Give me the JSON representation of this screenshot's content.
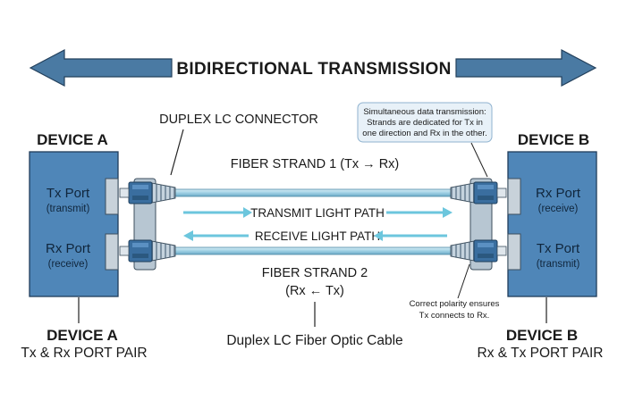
{
  "title": "BIDIRECTIONAL TRANSMISSION",
  "connector_label": "DUPLEX LC CONNECTOR",
  "note_top": {
    "line1": "Simultaneous data transmission:",
    "line2": "Strands are dedicated for Tx in",
    "line3": "one direction and Rx in the other."
  },
  "device_a": {
    "name": "DEVICE A",
    "port1": {
      "name": "Tx Port",
      "sub": "(transmit)"
    },
    "port2": {
      "name": "Rx Port",
      "sub": "(receive)"
    },
    "caption_line1": "DEVICE A",
    "caption_line2": "Tx & Rx PORT PAIR"
  },
  "device_b": {
    "name": "DEVICE B",
    "port1": {
      "name": "Rx Port",
      "sub": "(receive)"
    },
    "port2": {
      "name": "Tx Port",
      "sub": "(transmit)"
    },
    "caption_line1": "DEVICE B",
    "caption_line2": "Rx & Tx PORT PAIR"
  },
  "strand1": {
    "label": "FIBER STRAND 1 (Tx → Rx)"
  },
  "strand2": {
    "label_line1": "FIBER STRAND 2",
    "label_line2": "(Rx ← Tx)"
  },
  "transmit_path": "TRANSMIT LIGHT PATH",
  "receive_path": "RECEIVE LIGHT PATH",
  "note_bottom": {
    "line1": "Correct polarity ensures",
    "line2": "Tx connects to Rx."
  },
  "cable_label": "Duplex LC Fiber Optic Cable",
  "colors": {
    "banner_arrow": "#4a7aa3",
    "device_fill": "#4f86b8",
    "fiber": "#9fd0e4",
    "light_arrow": "#6cc6dd",
    "connector_dark": "#2f5d8a",
    "note_fill": "#e8f1f8"
  }
}
